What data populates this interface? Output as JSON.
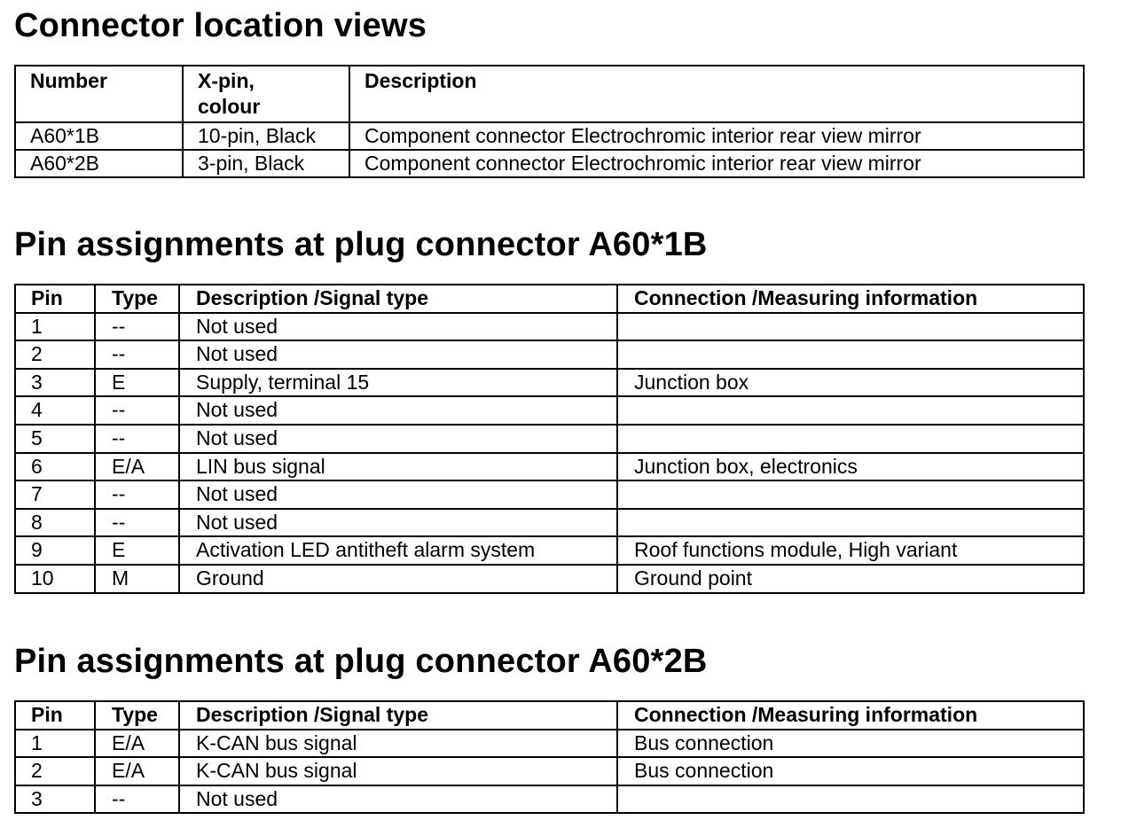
{
  "section1": {
    "title": "Connector location views",
    "headers": [
      "Number",
      "X-pin,",
      "colour",
      "Description"
    ],
    "rows": [
      [
        "A60*1B",
        "10-pin, Black",
        "Component connector Electrochromic interior rear view mirror"
      ],
      [
        "A60*2B",
        "3-pin, Black",
        "Component connector Electrochromic interior rear view mirror"
      ]
    ]
  },
  "section2": {
    "title": "Pin assignments at plug connector A60*1B",
    "headers": [
      "Pin",
      "Type",
      "Description /Signal type",
      "Connection /Measuring information"
    ],
    "rows": [
      [
        "1",
        "--",
        "Not used",
        ""
      ],
      [
        "2",
        "--",
        "Not used",
        ""
      ],
      [
        "3",
        "E",
        "Supply, terminal 15",
        "Junction box"
      ],
      [
        "4",
        "--",
        "Not used",
        ""
      ],
      [
        "5",
        "--",
        "Not used",
        ""
      ],
      [
        "6",
        "E/A",
        "LIN bus signal",
        "Junction box, electronics"
      ],
      [
        "7",
        "--",
        "Not used",
        ""
      ],
      [
        "8",
        "--",
        "Not used",
        ""
      ],
      [
        "9",
        "E",
        "Activation LED antitheft alarm system",
        "Roof functions module, High variant"
      ],
      [
        "10",
        "M",
        "Ground",
        "Ground point"
      ]
    ]
  },
  "section3": {
    "title": "Pin assignments at plug connector A60*2B",
    "headers": [
      "Pin",
      "Type",
      "Description /Signal type",
      "Connection /Measuring information"
    ],
    "rows": [
      [
        "1",
        "E/A",
        "K-CAN bus signal",
        "Bus connection"
      ],
      [
        "2",
        "E/A",
        "K-CAN bus signal",
        "Bus connection"
      ],
      [
        "3",
        "--",
        "Not used",
        ""
      ]
    ]
  }
}
